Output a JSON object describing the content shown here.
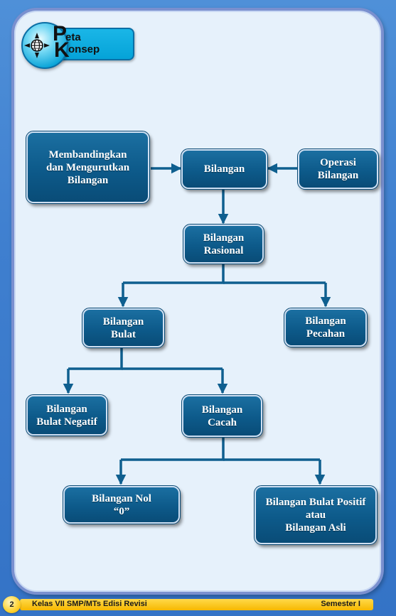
{
  "badge": {
    "peta_initial": "P",
    "peta_rest": "eta",
    "konsep_initial": "K",
    "konsep_rest": "onsep",
    "icon": "globe-compass-icon"
  },
  "nodes": {
    "membandingkan": "Membandingkan\ndan Mengurutkan\nBilangan",
    "bilangan": "Bilangan",
    "operasi": "Operasi\nBilangan",
    "rasional": "Bilangan\nRasional",
    "bulat": "Bilangan\nBulat",
    "pecahan": "Bilangan\nPecahan",
    "bulat_negatif": "Bilangan\nBulat Negatif",
    "cacah": "Bilangan\nCacah",
    "nol": "Bilangan Nol\n“0”",
    "positif": "Bilangan Bulat Positif\natau\nBilangan Asli"
  },
  "footer": {
    "page_number": "2",
    "book_title": "Kelas VII SMP/MTs Edisi Revisi",
    "semester": "Semester I"
  },
  "colors": {
    "node_fill": "#0d5a8a",
    "connector": "#0f5f8f",
    "page_bg": "#e6f1fb",
    "frame_blue": "#3f7fcf",
    "footer_yellow": "#f7b800"
  }
}
